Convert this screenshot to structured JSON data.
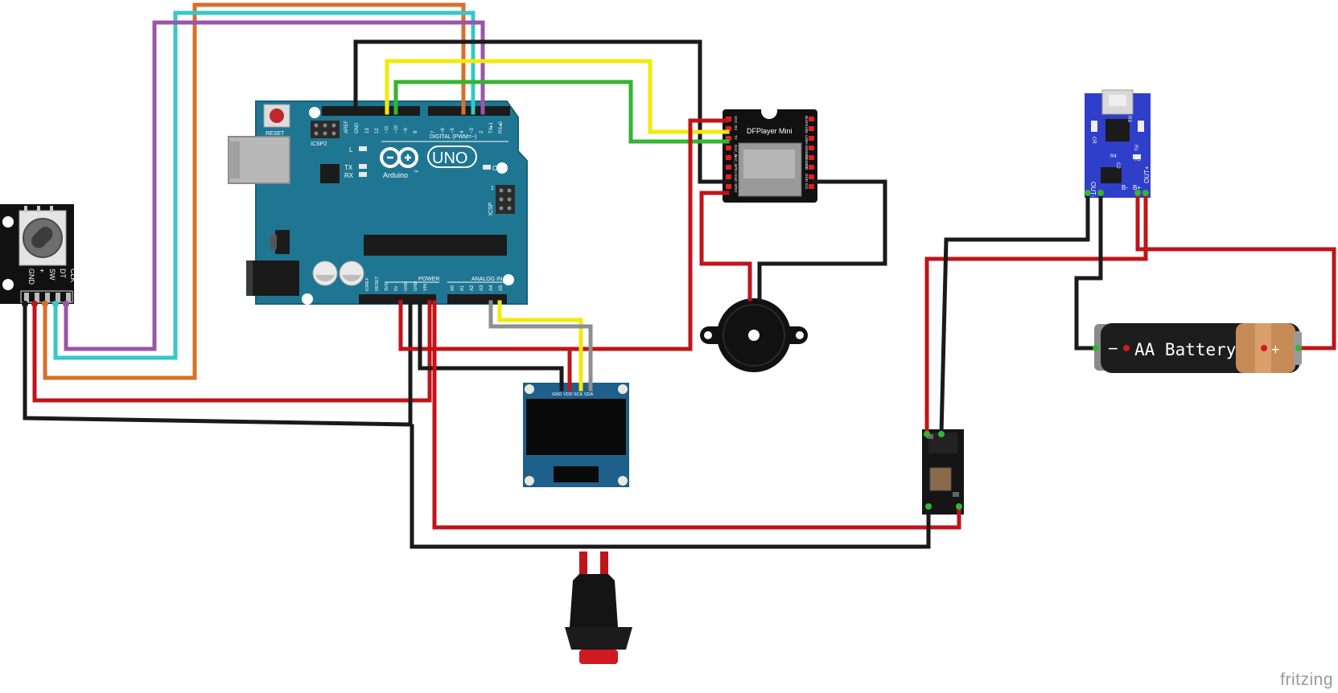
{
  "colors": {
    "wire_orange": "#d6702a",
    "wire_cyan": "#36c7c9",
    "wire_purple": "#9b55a8",
    "wire_black": "#1a1a1a",
    "wire_yellow": "#f2ea0b",
    "wire_green": "#35b532",
    "wire_red": "#c0141a",
    "wire_gray": "#8e8e8e",
    "arduino_board": "#1f7692",
    "pcb_black": "#111111",
    "charger_blue": "#2f3fc9",
    "battery_copper": "#c58a55"
  },
  "arduino": {
    "reset": "RESET",
    "icsp2": "ICSP2",
    "aref": "AREF",
    "gnd_top": "GND",
    "digital_header": "DIGITAL (PWM=~)",
    "pins_top": [
      "13",
      "12",
      "~11",
      "~10",
      "~9",
      "8",
      "7",
      "~6",
      "~5",
      "4",
      "~3",
      "2",
      "TX▸1",
      "RX◂0"
    ],
    "led_l": "L",
    "tx": "TX",
    "rx": "RX",
    "brand": "Arduino",
    "tm": "™",
    "model": "UNO",
    "on": "ON",
    "icsp": "ICSP",
    "icsp_pin1": "1",
    "power_header": "POWER",
    "analog_header": "ANALOG IN",
    "pins_power": [
      "IOREF",
      "RESET",
      "3V3",
      "5V",
      "GND",
      "GND",
      "VIN"
    ],
    "pins_analog": [
      "A0",
      "A1",
      "A2",
      "A3",
      "A4",
      "A5"
    ]
  },
  "encoder": {
    "pins": [
      "CLK",
      "DT",
      "SW",
      "+",
      "GND"
    ]
  },
  "dfplayer": {
    "title": "DFPlayer Mini",
    "pins_left": [
      "VCC",
      "RX",
      "TX",
      "DAC_R",
      "DAC_L",
      "SPK1",
      "GND",
      "SPK2"
    ],
    "pins_right": [
      "BUSY",
      "USB-",
      "USB+",
      "ADKEY2",
      "ADKEY1",
      "IO2",
      "GND",
      "IO1"
    ]
  },
  "oled": {
    "pins": [
      "GND",
      "VDD",
      "SCK",
      "SDA"
    ]
  },
  "charger": {
    "labels": [
      "OUT-",
      "B-",
      "B+",
      "OUT+",
      "R3",
      "CR",
      "R1",
      "R5",
      "R4",
      "C2"
    ]
  },
  "battery": {
    "label": "AA Battery",
    "minus": "−",
    "plus": "+"
  },
  "watermark": "fritzing"
}
